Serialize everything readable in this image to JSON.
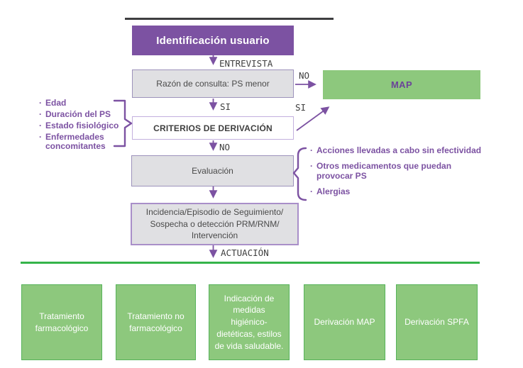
{
  "header": {
    "label": "Identificación usuario"
  },
  "nodes": {
    "razon": "Razón de consulta: PS menor",
    "criterios": "CRITERIOS DE DERIVACIÓN",
    "evaluacion": "Evaluación",
    "incidencia_lines": [
      "Incidencia/Episodio de Seguimiento/",
      "Sospecha o detección PRM/RNM/",
      "Intervención"
    ],
    "map": "MAP"
  },
  "edge_labels": {
    "entrevista": "ENTREVISTA",
    "no_to_map": "NO",
    "si_down": "SI",
    "si_to_map": "SI",
    "no_down": "NO",
    "actuacion": "ACTUACIÓN"
  },
  "bullet": "·",
  "left_annotations": [
    [
      "Edad"
    ],
    [
      "Duración del PS"
    ],
    [
      "Estado fisiológico"
    ],
    [
      "Enfermedades",
      "concomitantes"
    ]
  ],
  "right_annotations": [
    [
      "Acciones llevadas a cabo sin efectividad"
    ],
    [
      "Otros medicamentos que puedan",
      "provocar PS"
    ],
    [
      "Alergias"
    ]
  ],
  "outcomes": [
    "Tratamiento farmacológico",
    "Tratamiento no farmacológico",
    "Indicación de medidas higiénico-dietéticas, estilos de vida saludable.",
    "Derivación MAP",
    "Derivación SPFA"
  ],
  "colors": {
    "purple": "#7C52A2",
    "purple_border": "#9D92BB",
    "criterios_border": "#C3B0DE",
    "incidencia_border": "#A98FC9",
    "gray_fill": "#E0E0E3",
    "green_fill": "#8DC87D",
    "green_border": "#57B35B",
    "green_line": "#35B44A",
    "text_dark": "#4A4A4A"
  }
}
